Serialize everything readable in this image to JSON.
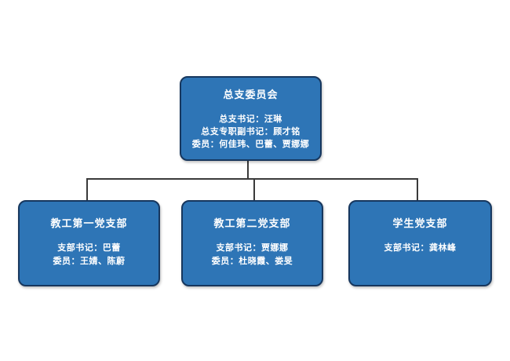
{
  "colors": {
    "box_fill": "#2e75b6",
    "box_border": "#17375e",
    "connector": "#3a3a3a",
    "text": "#ffffff",
    "background": "#ffffff"
  },
  "org_chart": {
    "root": {
      "title": "总支委员会",
      "lines": [
        "总支书记：汪琳",
        "总支专职副书记：顾才铭",
        "委员：何佳玮、巴蕾、贾娜娜"
      ]
    },
    "branches": [
      {
        "title": "教工第一党支部",
        "lines": [
          "支部书记：巴蕾",
          "委员：王婧、陈蔚"
        ]
      },
      {
        "title": "教工第二党支部",
        "lines": [
          "支部书记：贾娜娜",
          "委员：杜晓霞、娄旻"
        ]
      },
      {
        "title": "学生党支部",
        "lines": [
          "支部书记：龚林峰"
        ]
      }
    ]
  }
}
